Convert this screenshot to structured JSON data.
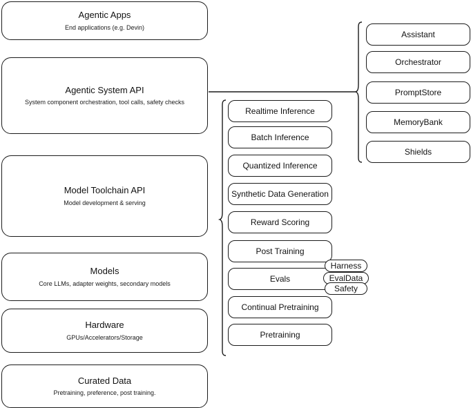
{
  "diagram": {
    "layers": [
      {
        "title": "Agentic Apps",
        "subtitle": "End applications (e.g. Devin)"
      },
      {
        "title": "Agentic System API",
        "subtitle": "System component orchestration, tool calls, safety checks"
      },
      {
        "title": "Model Toolchain API",
        "subtitle": "Model development & serving"
      },
      {
        "title": "Models",
        "subtitle": "Core LLMs, adapter weights, secondary models"
      },
      {
        "title": "Hardware",
        "subtitle": "GPUs/Accelerators/Storage"
      },
      {
        "title": "Curated Data",
        "subtitle": "Pretraining, preference, post training."
      }
    ],
    "toolchain_services": [
      {
        "label": "Realtime Inference"
      },
      {
        "label": "Batch Inference"
      },
      {
        "label": "Quantized Inference"
      },
      {
        "label": "Synthetic Data Generation"
      },
      {
        "label": "Reward Scoring"
      },
      {
        "label": "Post Training"
      },
      {
        "label": "Evals"
      },
      {
        "label": "Continual Pretraining"
      },
      {
        "label": "Pretraining"
      }
    ],
    "eval_tags": [
      {
        "label": "Harness"
      },
      {
        "label": "EvalData"
      },
      {
        "label": "Safety"
      }
    ],
    "agentic_components": [
      {
        "label": "Assistant"
      },
      {
        "label": "Orchestrator"
      },
      {
        "label": "PromptStore"
      },
      {
        "label": "MemoryBank"
      },
      {
        "label": "Shields"
      }
    ],
    "colors": {
      "stroke": "#1a1a1a",
      "background": "#ffffff",
      "text": "#111111"
    }
  }
}
